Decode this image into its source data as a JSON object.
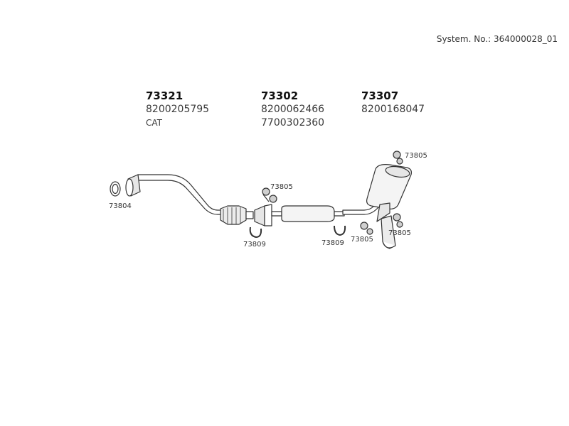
{
  "system_number": "System. No.: 364000028_01",
  "parts": [
    {
      "number": "73321",
      "oem": [
        "8200205795"
      ],
      "note": "CAT"
    },
    {
      "number": "73302",
      "oem": [
        "8200062466",
        "7700302360"
      ],
      "note": ""
    },
    {
      "number": "73307",
      "oem": [
        "8200168047"
      ],
      "note": ""
    }
  ],
  "callouts": {
    "gasket": "73804",
    "clamp_left": "73809",
    "clamp_right": "73809",
    "hanger_mid": "73805",
    "hanger_top": "73805",
    "hanger_bottom_left": "73805",
    "hanger_bottom_right": "73805"
  },
  "colors": {
    "line": "#333333",
    "fill": "#ffffff",
    "shade": "#cfcfcf"
  }
}
